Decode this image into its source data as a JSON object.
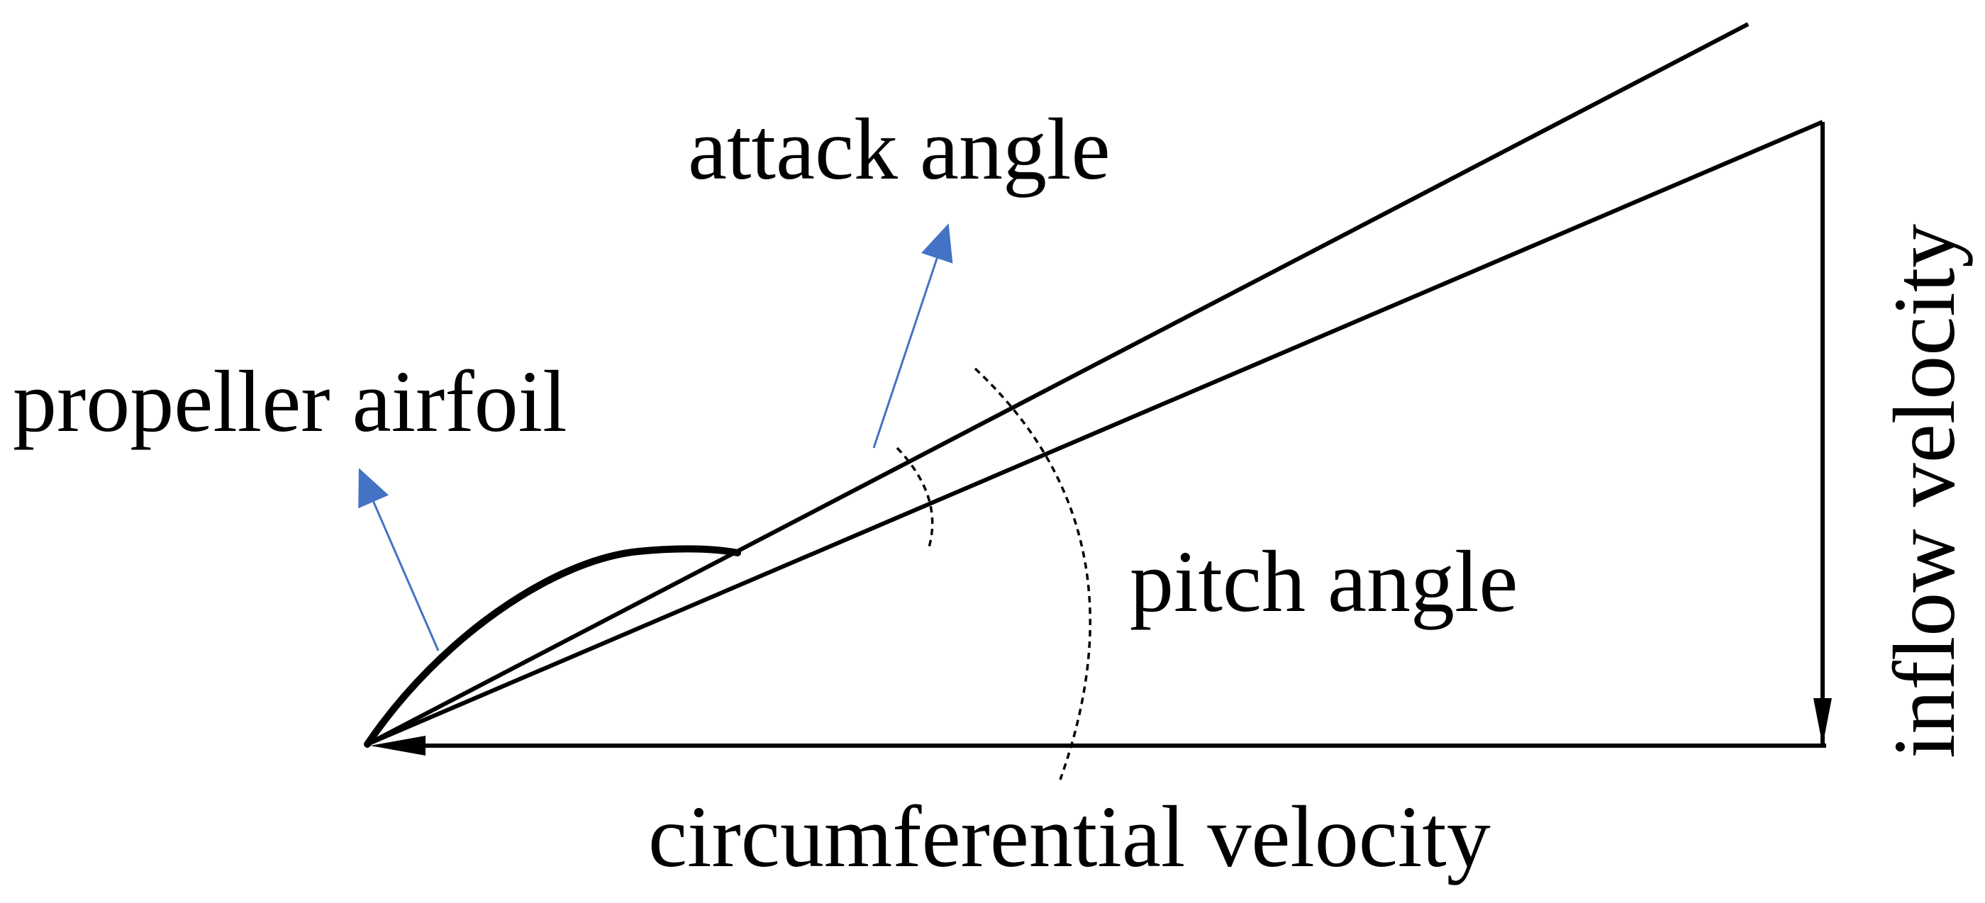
{
  "labels": {
    "attack_angle": "attack angle",
    "propeller_airfoil": "propeller airfoil",
    "pitch_angle": "pitch angle",
    "inflow_velocity": "inflow velocity",
    "circumferential_velocity": "circumferential velocity"
  },
  "colors": {
    "line": "#000000",
    "pointer_arrow": "#4472C4",
    "background": "#ffffff"
  }
}
